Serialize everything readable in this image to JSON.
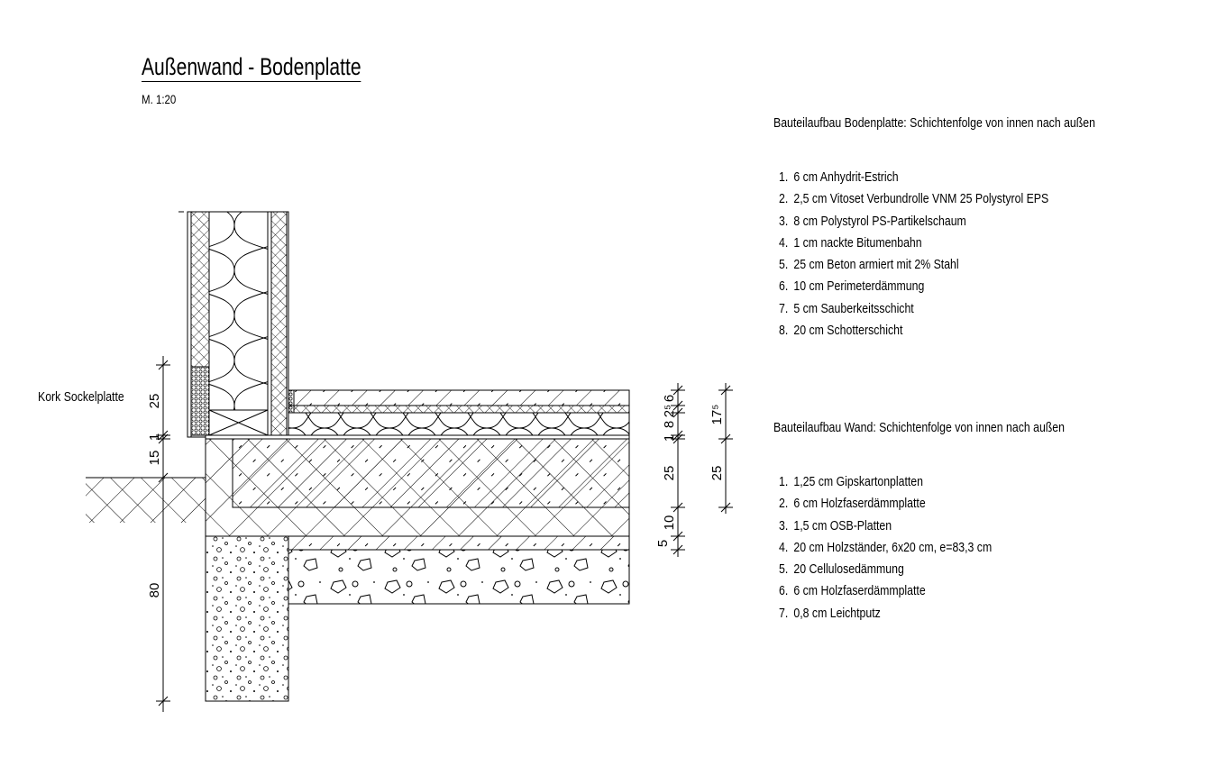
{
  "title": "Außenwand - Bodenplatte",
  "scale": "M. 1:20",
  "floor_heading": "Bauteilaufbau Bodenplatte: Schichtenfolge von innen nach außen",
  "floor_layers": [
    {
      "n": "1.",
      "text": "6 cm Anhydrit-Estrich"
    },
    {
      "n": "2.",
      "text": "2,5 cm Vitoset Verbundrolle VNM 25 Polystyrol EPS"
    },
    {
      "n": "3.",
      "text": "8 cm Polystyrol PS-Partikelschaum"
    },
    {
      "n": "4.",
      "text": "1 cm nackte Bitumenbahn"
    },
    {
      "n": "5.",
      "text": "25 cm Beton armiert mit 2% Stahl"
    },
    {
      "n": "6.",
      "text": "10 cm Perimeterdämmung"
    },
    {
      "n": "7.",
      "text": "5 cm Sauberkeitsschicht"
    },
    {
      "n": "8.",
      "text": "20 cm Schotterschicht"
    }
  ],
  "wall_heading": "Bauteilaufbau Wand: Schichtenfolge von innen nach außen",
  "wall_layers": [
    {
      "n": "1.",
      "text": "1,25 cm Gipskartonplatten"
    },
    {
      "n": "2.",
      "text": "6 cm Holzfaserdämmplatte"
    },
    {
      "n": "3.",
      "text": "1,5 cm OSB-Platten"
    },
    {
      "n": "4.",
      "text": "20 cm Holzständer, 6x20 cm, e=83,3 cm"
    },
    {
      "n": "5.",
      "text": "20 Cellulosedämmung"
    },
    {
      "n": "6.",
      "text": "6 cm Holzfaserdämmplatte"
    },
    {
      "n": "7.",
      "text": "0,8 cm Leichtputz"
    }
  ],
  "label_kork": "Kork Sockelplatte",
  "dims_left": [
    "25",
    "1",
    "15",
    "80"
  ],
  "dims_right_a": [
    "6",
    "2⁵",
    "8",
    "1",
    "25",
    "10",
    "5"
  ],
  "dims_right_b": [
    "17⁵",
    "25"
  ]
}
